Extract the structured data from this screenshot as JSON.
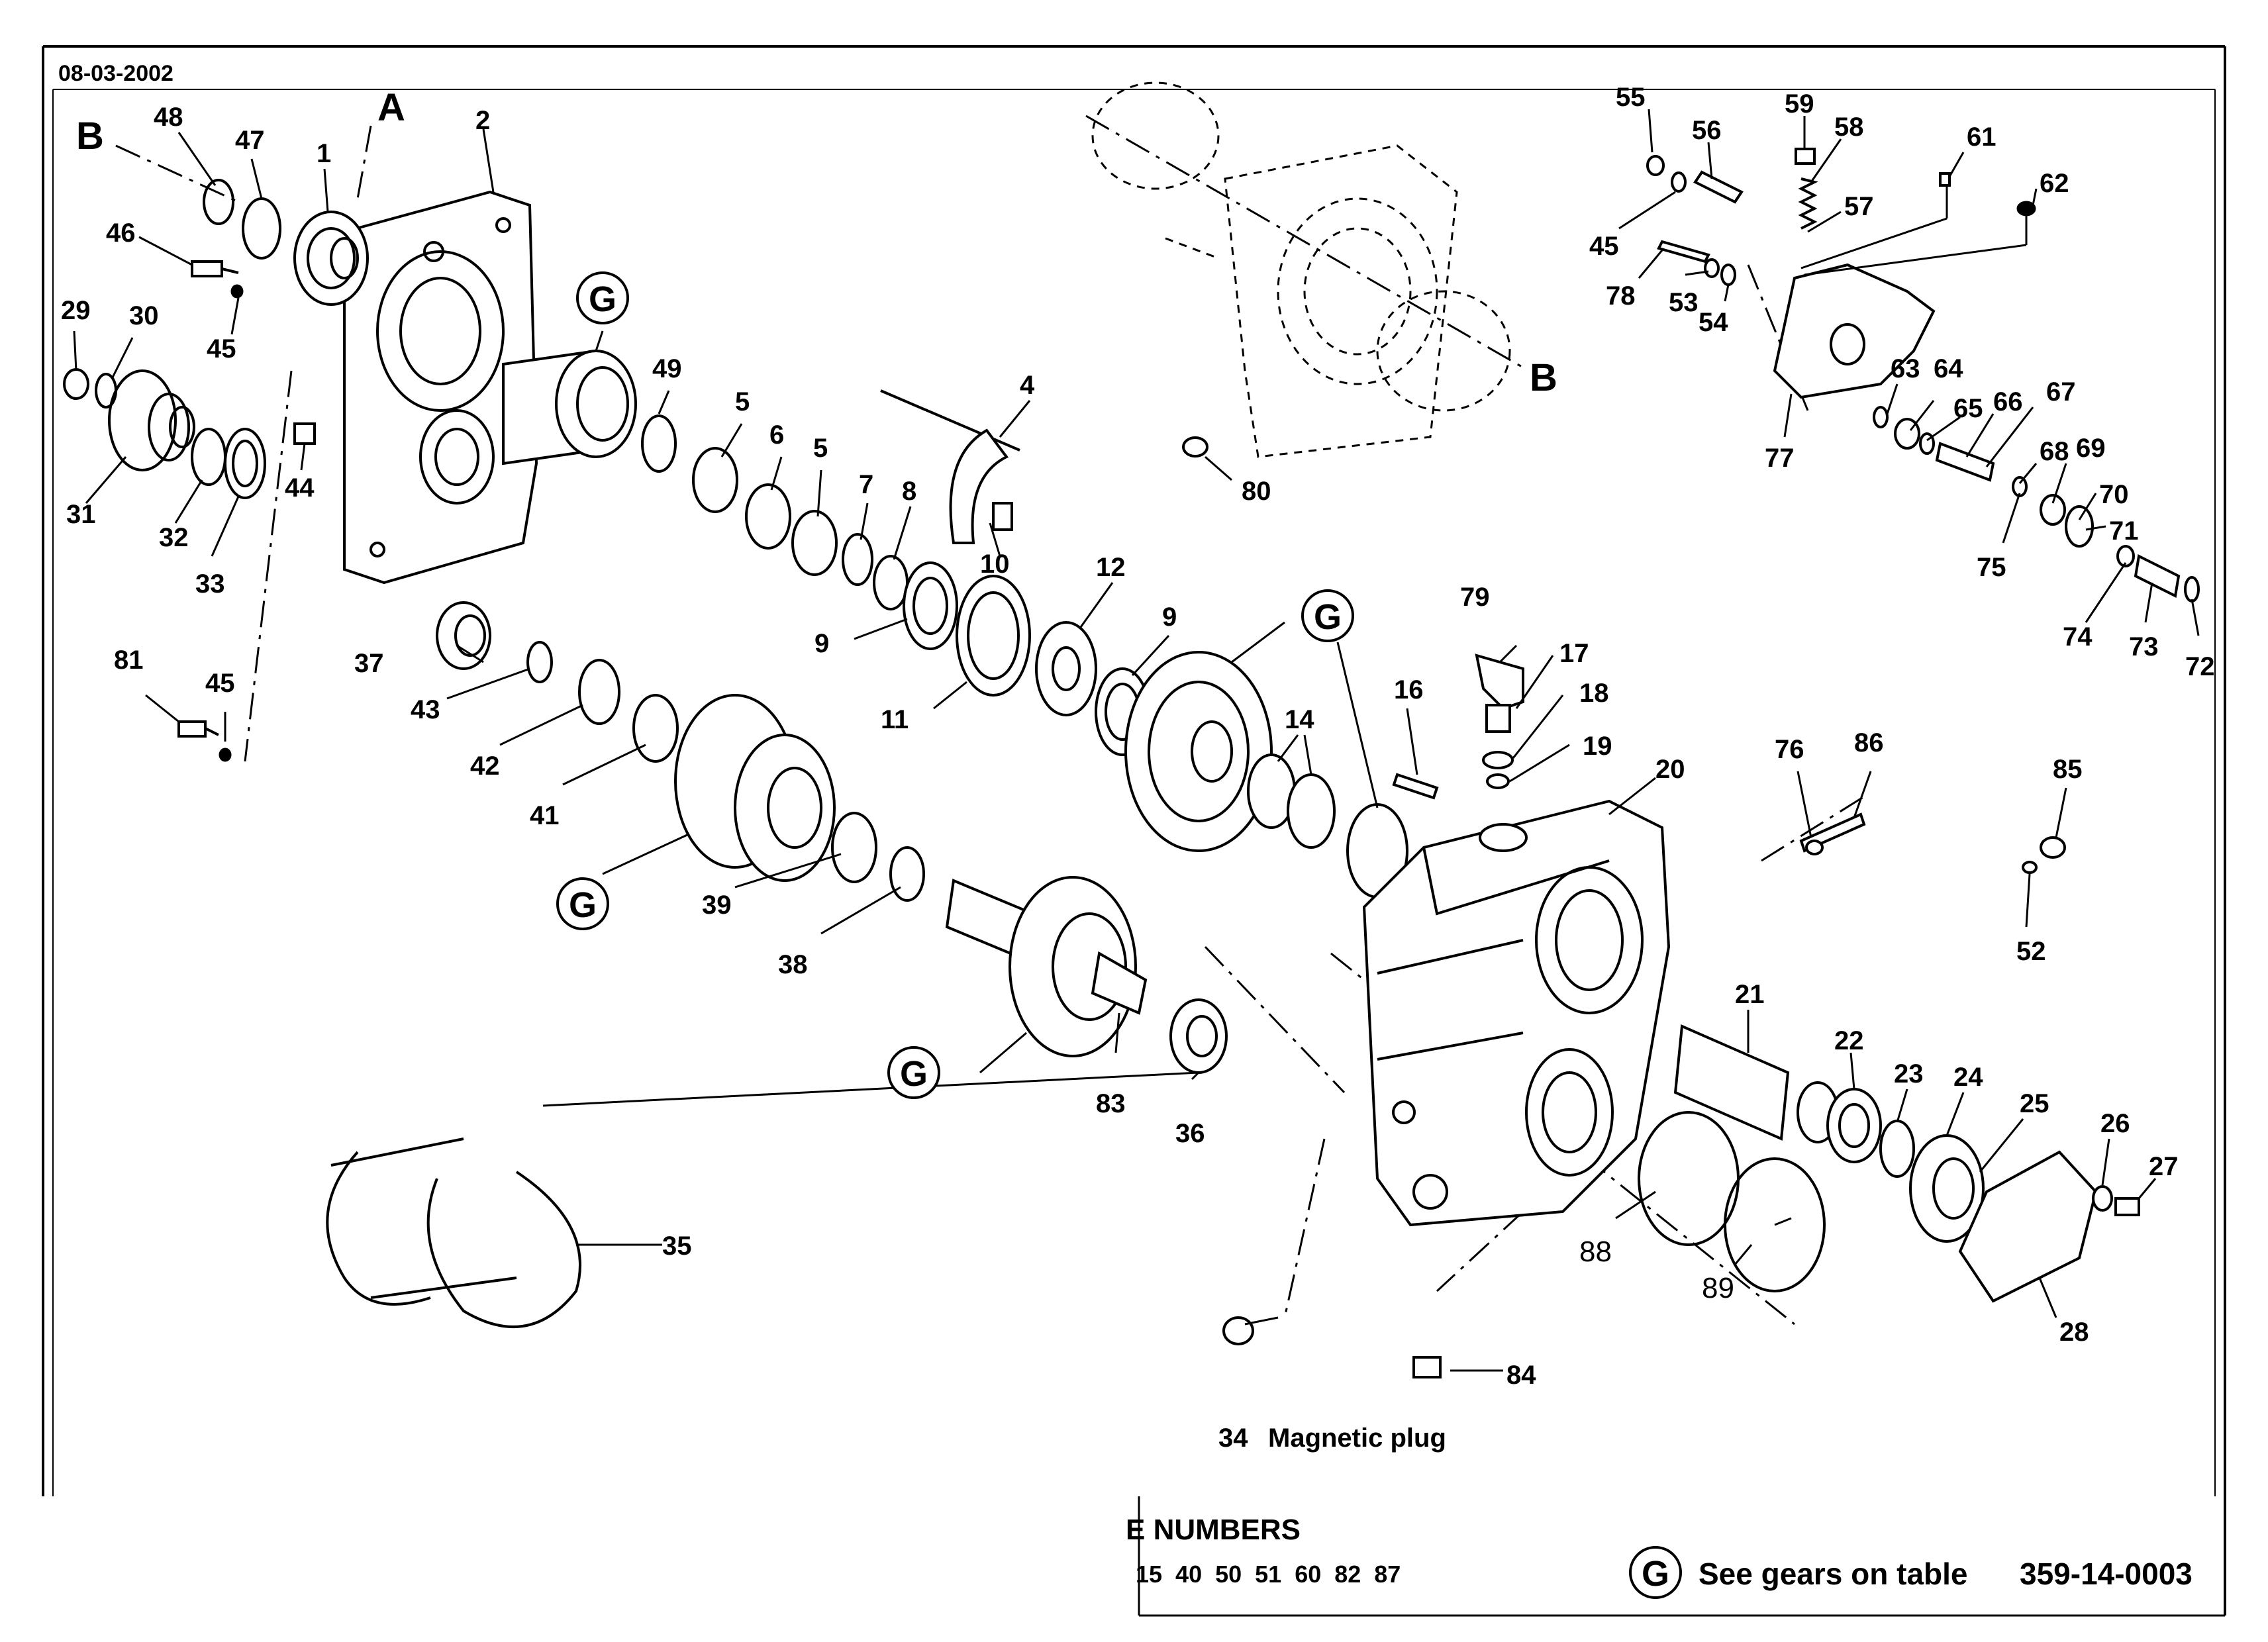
{
  "header": {
    "date": "08-03-2002"
  },
  "section_markers": {
    "b_left": "B",
    "a": "A",
    "b_right": "B"
  },
  "gear_marker": "G",
  "callouts": {
    "c1": "1",
    "c2": "2",
    "c4": "4",
    "c5a": "5",
    "c5b": "5",
    "c6": "6",
    "c7": "7",
    "c8": "8",
    "c9a": "9",
    "c9b": "9",
    "c10": "10",
    "c11": "11",
    "c12": "12",
    "c14": "14",
    "c16": "16",
    "c17": "17",
    "c18": "18",
    "c19": "19",
    "c20": "20",
    "c21": "21",
    "c22": "22",
    "c23": "23",
    "c24": "24",
    "c25": "25",
    "c26": "26",
    "c27": "27",
    "c28": "28",
    "c29": "29",
    "c30": "30",
    "c31": "31",
    "c32": "32",
    "c33": "33",
    "c35": "35",
    "c36": "36",
    "c37": "37",
    "c38": "38",
    "c39": "39",
    "c41": "41",
    "c42": "42",
    "c43": "43",
    "c44": "44",
    "c45a": "45",
    "c45b": "45",
    "c45c": "45",
    "c46": "46",
    "c47": "47",
    "c48": "48",
    "c49": "49",
    "c52": "52",
    "c53": "53",
    "c54": "54",
    "c55": "55",
    "c56": "56",
    "c57": "57",
    "c58": "58",
    "c59": "59",
    "c61": "61",
    "c62": "62",
    "c63": "63",
    "c64": "64",
    "c65": "65",
    "c66": "66",
    "c67": "67",
    "c68": "68",
    "c69": "69",
    "c70": "70",
    "c71": "71",
    "c72": "72",
    "c73": "73",
    "c74": "74",
    "c75": "75",
    "c76": "76",
    "c77": "77",
    "c78": "78",
    "c79": "79",
    "c80": "80",
    "c81": "81",
    "c83": "83",
    "c84": "84",
    "c85": "85",
    "c86": "86",
    "c88": "88",
    "c89": "89"
  },
  "magnetic_plug": {
    "number": "34",
    "label": "Magnetic plug"
  },
  "footer": {
    "title": "E NUMBERS",
    "numbers": "15  40  50  51  60  82  87",
    "gear_note": "See gears on table",
    "table_ref": "359-14-0003"
  }
}
